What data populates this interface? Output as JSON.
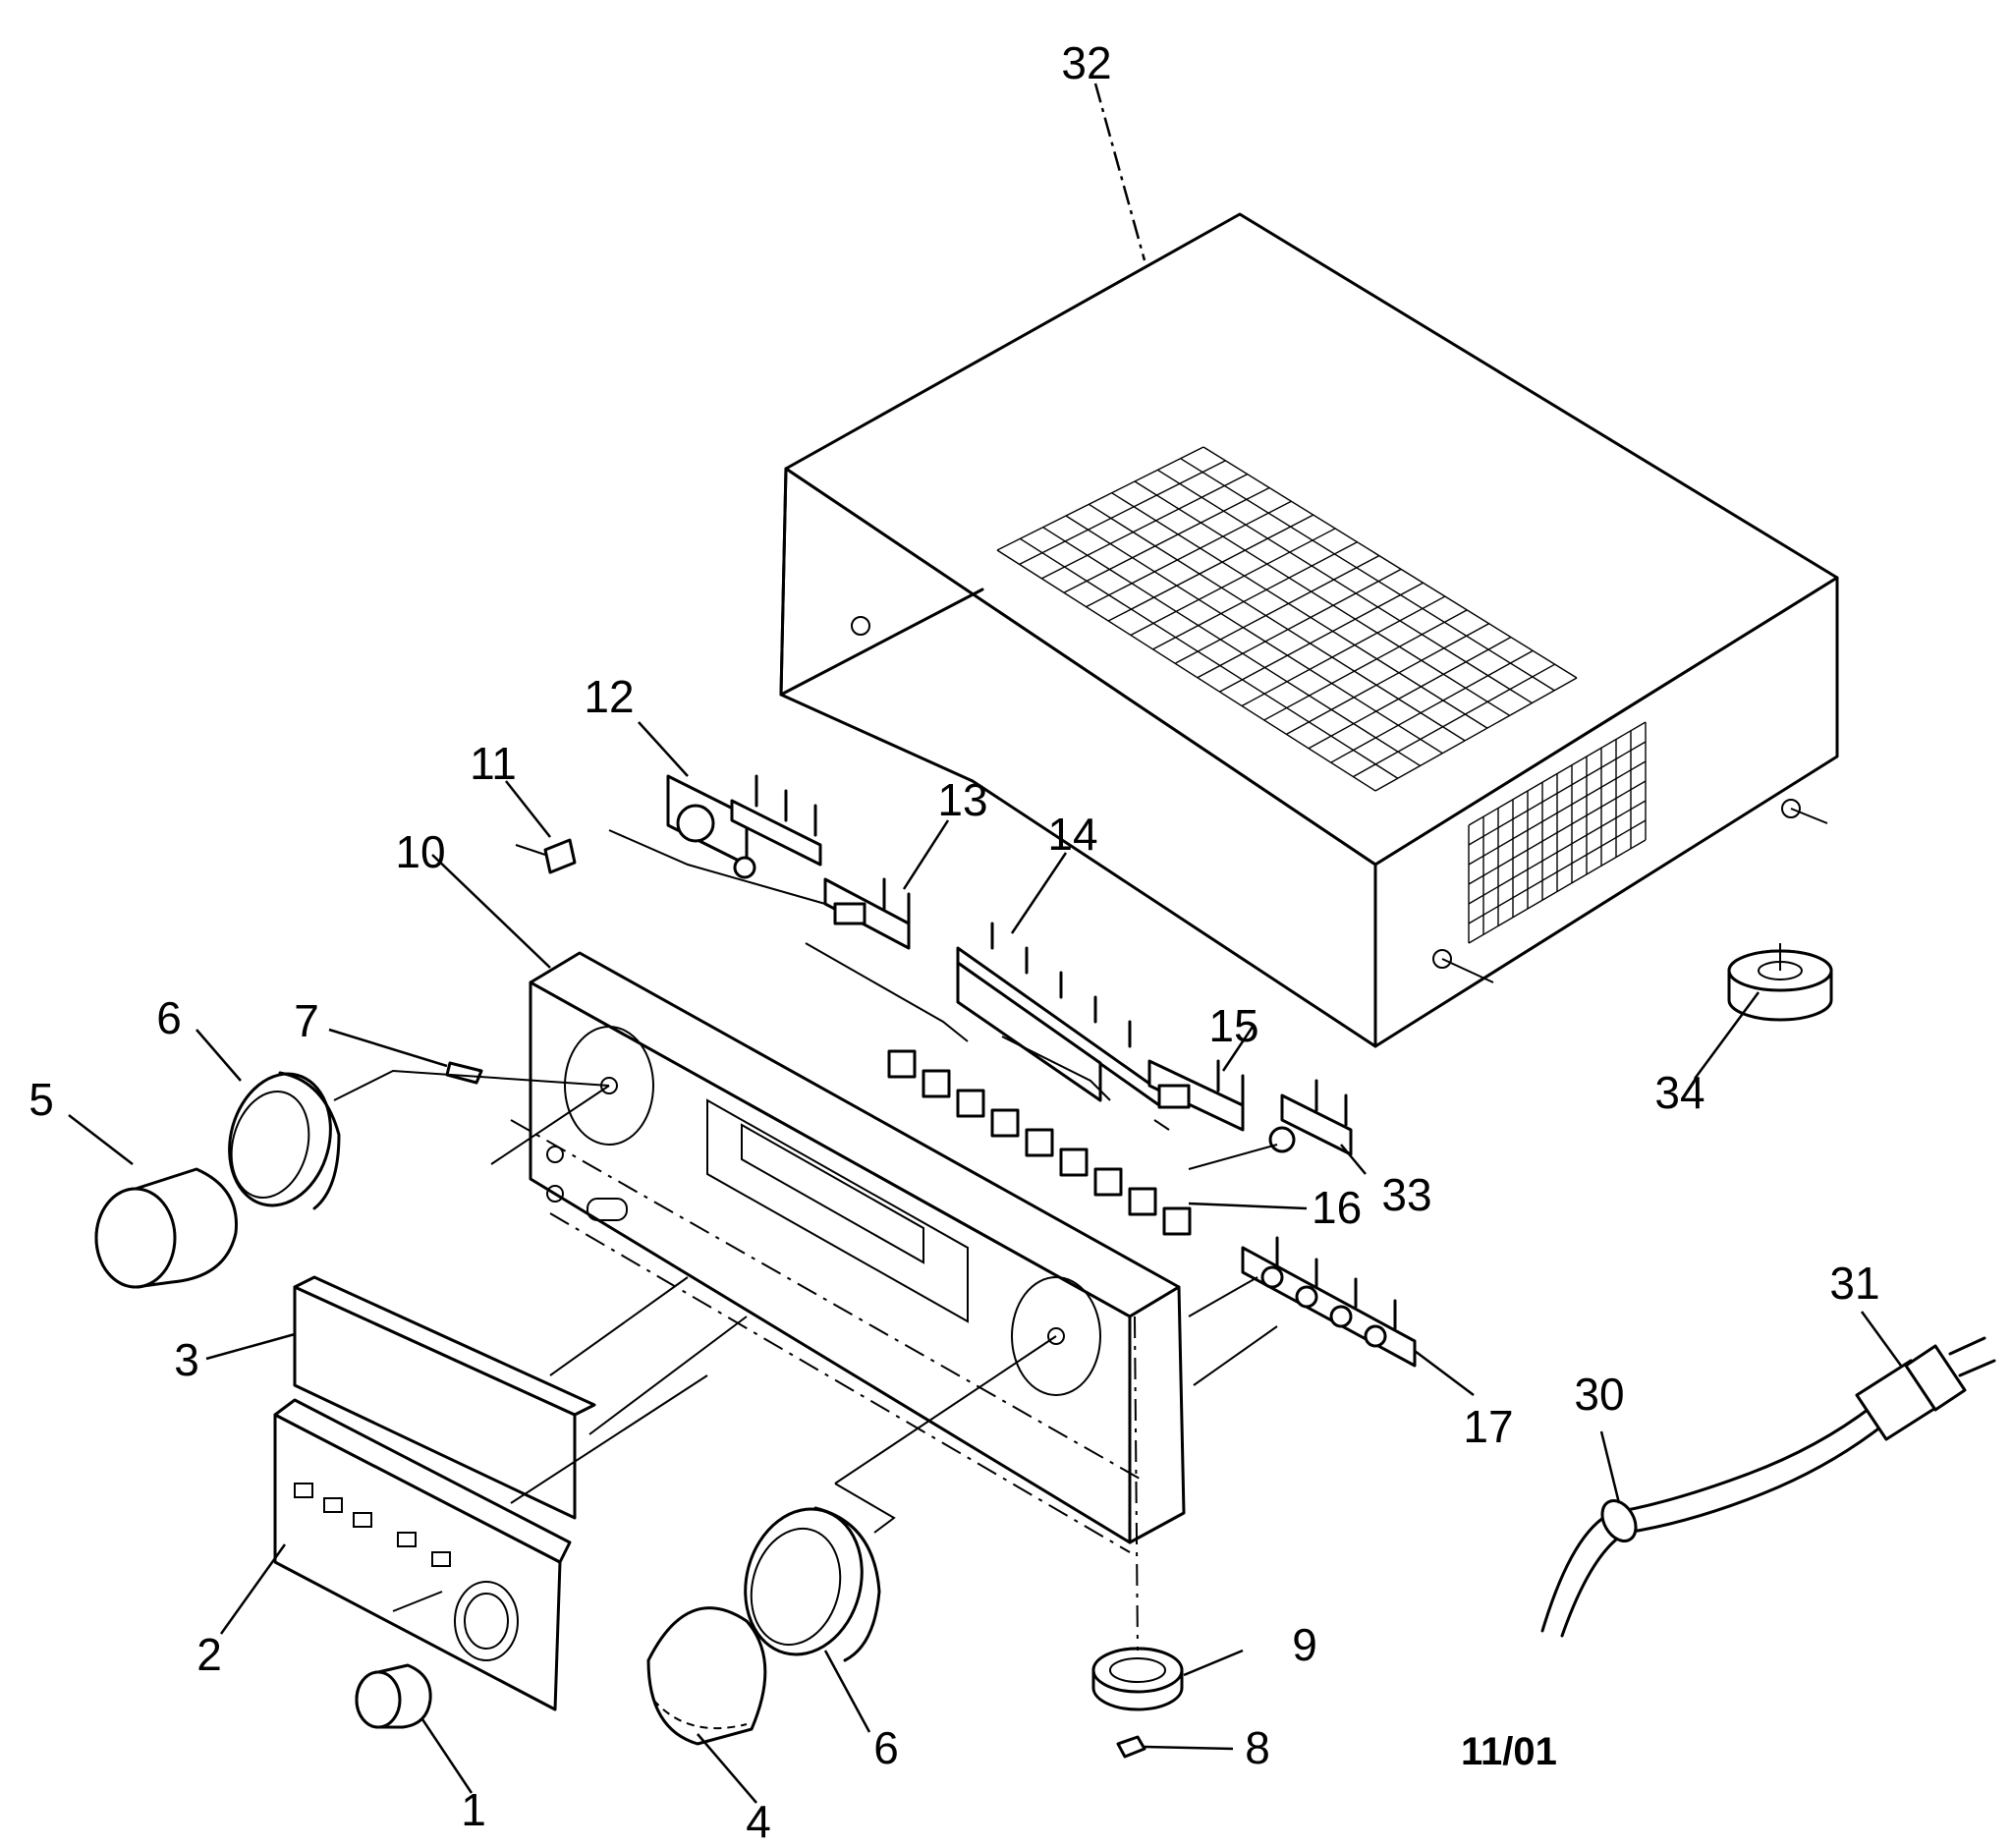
{
  "diagram": {
    "date_code": "11/01",
    "parts": [
      {
        "id": "p1",
        "label": "1"
      },
      {
        "id": "p2",
        "label": "2"
      },
      {
        "id": "p3",
        "label": "3"
      },
      {
        "id": "p4",
        "label": "4"
      },
      {
        "id": "p5",
        "label": "5"
      },
      {
        "id": "p6a",
        "label": "6"
      },
      {
        "id": "p6b",
        "label": "6"
      },
      {
        "id": "p7",
        "label": "7"
      },
      {
        "id": "p8",
        "label": "8"
      },
      {
        "id": "p9",
        "label": "9"
      },
      {
        "id": "p10",
        "label": "10"
      },
      {
        "id": "p11",
        "label": "11"
      },
      {
        "id": "p12",
        "label": "12"
      },
      {
        "id": "p13",
        "label": "13"
      },
      {
        "id": "p14",
        "label": "14"
      },
      {
        "id": "p15",
        "label": "15"
      },
      {
        "id": "p16",
        "label": "16"
      },
      {
        "id": "p17",
        "label": "17"
      },
      {
        "id": "p30",
        "label": "30"
      },
      {
        "id": "p31",
        "label": "31"
      },
      {
        "id": "p32",
        "label": "32"
      },
      {
        "id": "p33",
        "label": "33"
      },
      {
        "id": "p34",
        "label": "34"
      }
    ]
  }
}
